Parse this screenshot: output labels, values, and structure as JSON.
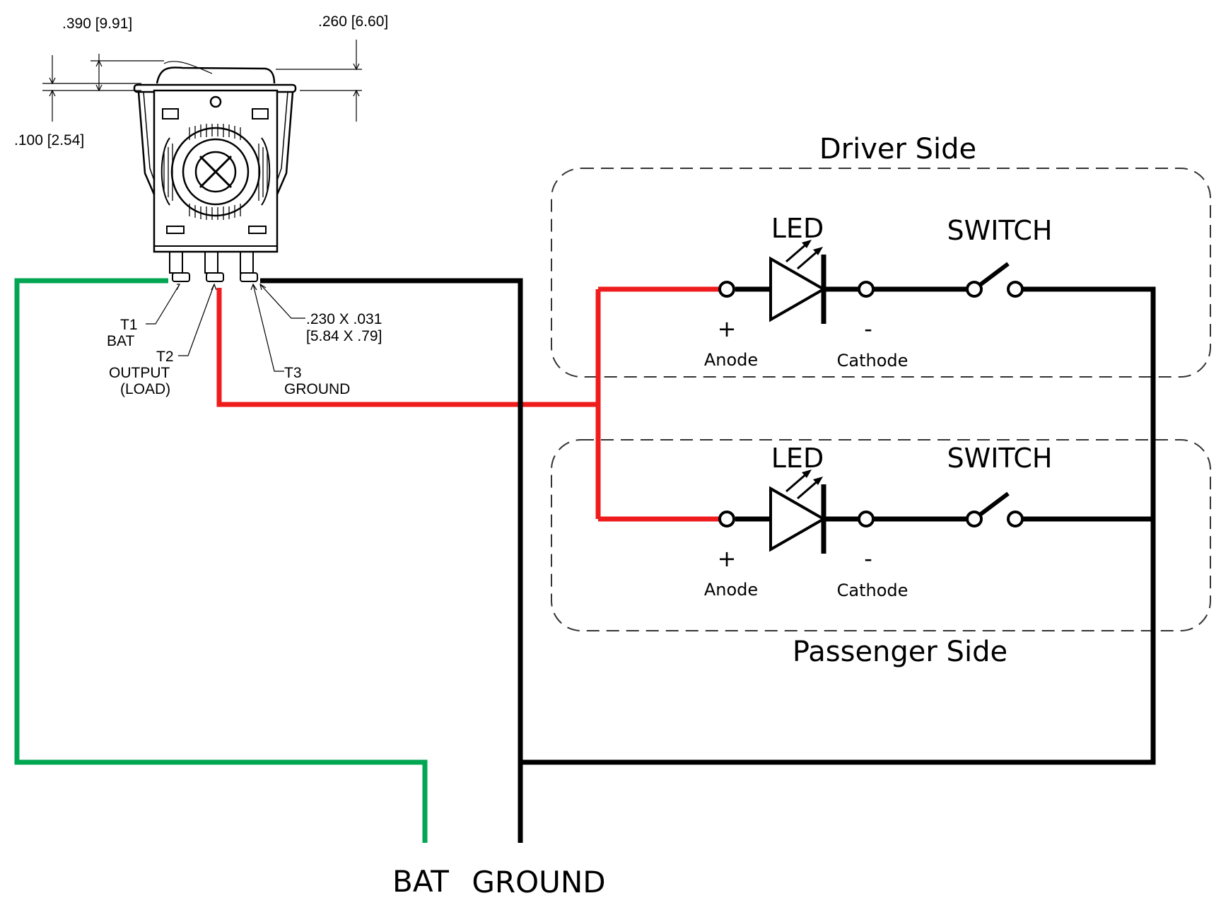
{
  "colors": {
    "bat_wire": "#00a651",
    "output_wire": "#ee1c1c",
    "ground_wire": "#000000",
    "group_border": "#333333"
  },
  "dimensions": {
    "top_left": ".390 [9.91]",
    "top_right": ".260 [6.60]",
    "left": ".100 [2.54]",
    "terminal_size_line1": ".230 X .031",
    "terminal_size_line2": "[5.84 X .79]"
  },
  "terminals": {
    "t1_id": "T1",
    "t1_name": "BAT",
    "t2_id": "T2",
    "t2_name": "OUTPUT",
    "t2_sub": "(LOAD)",
    "t3_id": "T3",
    "t3_name": "GROUND"
  },
  "driver_group": {
    "title": "Driver Side",
    "led_label": "LED",
    "switch_label": "SWITCH",
    "plus": "+",
    "minus": "-",
    "anode": "Anode",
    "cathode": "Cathode"
  },
  "passenger_group": {
    "title": "Passenger Side",
    "led_label": "LED",
    "switch_label": "SWITCH",
    "plus": "+",
    "minus": "-",
    "anode": "Anode",
    "cathode": "Cathode"
  },
  "bottom_labels": {
    "bat": "BAT",
    "ground": "GROUND"
  }
}
